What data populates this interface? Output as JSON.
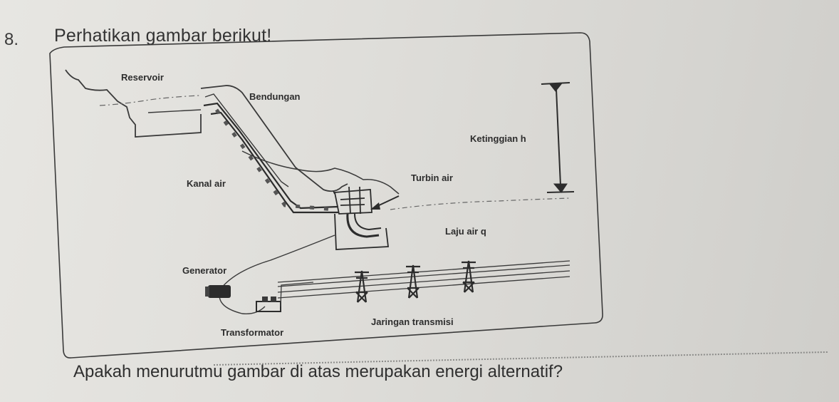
{
  "question": {
    "number": "8.",
    "title": "Perhatikan gambar berikut!",
    "prompt": "Apakah menurutmu gambar di atas merupakan energi alternatif?"
  },
  "diagram": {
    "labels": {
      "reservoir": "Reservoir",
      "bendungan": "Bendungan",
      "ketinggian": "Ketinggian h",
      "kanal": "Kanal air",
      "turbin": "Turbin air",
      "laju": "Laju air q",
      "generator": "Generator",
      "transformator": "Transformator",
      "jaringan": "Jaringan transmisi"
    }
  },
  "colors": {
    "line": "#3a3a3a",
    "paper": "#e4e3df"
  }
}
